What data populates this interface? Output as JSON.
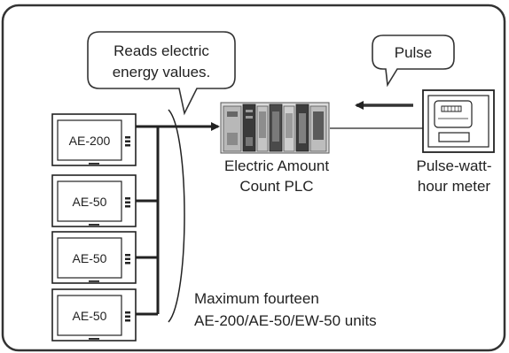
{
  "callouts": {
    "reads": [
      "Reads electric",
      "energy values."
    ],
    "pulse": "Pulse"
  },
  "controllers": [
    {
      "model": "AE-200"
    },
    {
      "model": "AE-50"
    },
    {
      "model": "AE-50"
    },
    {
      "model": "AE-50"
    }
  ],
  "plc": {
    "label": [
      "Electric Amount",
      "Count PLC"
    ]
  },
  "meter": {
    "label": [
      "Pulse-watt-",
      "hour meter"
    ]
  },
  "note": [
    "Maximum fourteen",
    "AE-200/AE-50/EW-50 units"
  ]
}
